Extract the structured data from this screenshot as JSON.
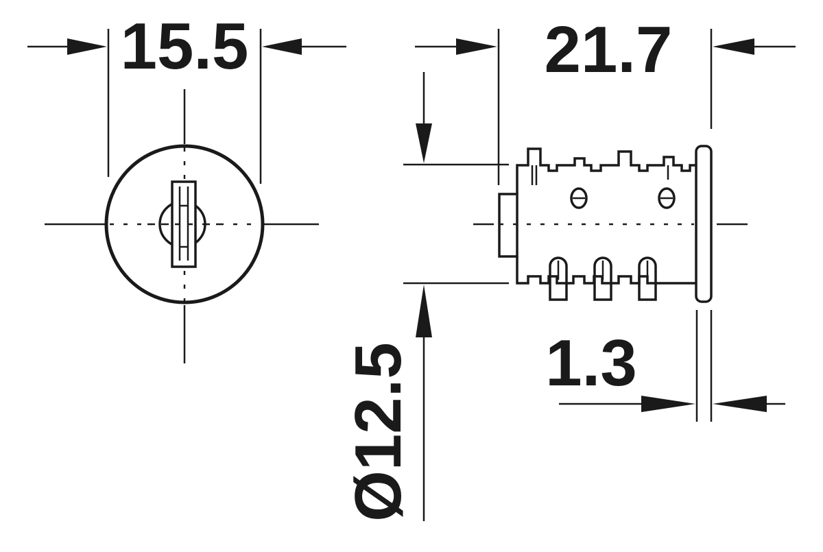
{
  "drawing": {
    "dimensions": {
      "front_width": "15.5",
      "side_length": "21.7",
      "diameter": "Ø12.5",
      "flange_thickness": "1.3"
    },
    "icons": {
      "front_view": "lock-cylinder-front-view-icon",
      "side_view": "lock-cylinder-side-view-icon"
    },
    "colors": {
      "line": "#1a1a1a",
      "background": "#ffffff"
    }
  }
}
